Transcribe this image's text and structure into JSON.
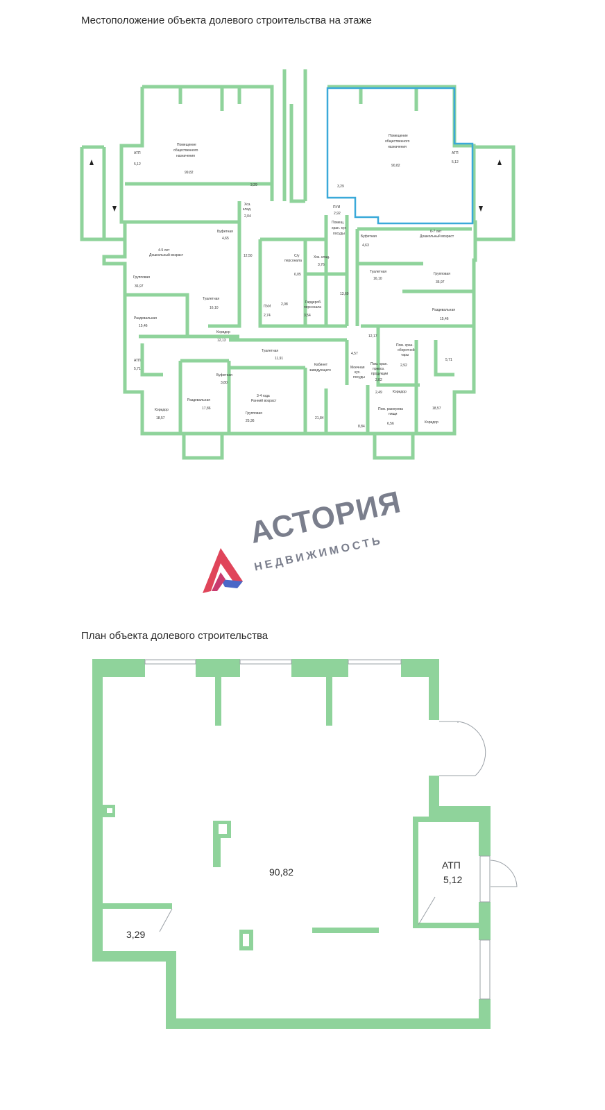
{
  "headings": {
    "location": "Местоположение объекта долевого строительства на этаже",
    "plan": "План объекта долевого строительства"
  },
  "logo": {
    "name": "АСТОРИЯ",
    "tagline": "НЕДВИЖИМОСТЬ",
    "icon": "astoria-logo-icon",
    "colors": {
      "primary": "#7a7e8c",
      "accent_red": "#e0455a",
      "accent_blue": "#4a67c7"
    }
  },
  "colors": {
    "wall": "#8fd39b",
    "highlight": "#3aa9d9"
  },
  "floor_plan_labels": [
    {
      "id": "atp-l-t",
      "text": "АТП"
    },
    {
      "id": "atp-l-v",
      "text": "5,12"
    },
    {
      "id": "pom-l-1",
      "text": "Помещение"
    },
    {
      "id": "pom-l-2",
      "text": "общественного"
    },
    {
      "id": "pom-l-3",
      "text": "назначения"
    },
    {
      "id": "pom-l-v",
      "text": "99,82"
    },
    {
      "id": "r329-l",
      "text": "3,29"
    },
    {
      "id": "pom-r-1",
      "text": "Помещение"
    },
    {
      "id": "pom-r-2",
      "text": "общественного"
    },
    {
      "id": "pom-r-3",
      "text": "назначения"
    },
    {
      "id": "pom-r-v",
      "text": "90,82"
    },
    {
      "id": "atp-r-t",
      "text": "АТП"
    },
    {
      "id": "atp-r-v",
      "text": "5,12"
    },
    {
      "id": "r329-r",
      "text": "3,29"
    },
    {
      "id": "hoz1-t",
      "text": "Хоз."
    },
    {
      "id": "hoz1-t2",
      "text": "клад."
    },
    {
      "id": "hoz1-v",
      "text": "2,04"
    },
    {
      "id": "pui1-t",
      "text": "ПУИ"
    },
    {
      "id": "pui1-v",
      "text": "2,92"
    },
    {
      "id": "buf-l-t",
      "text": "Буфетная"
    },
    {
      "id": "buf-l-v",
      "text": "4,65"
    },
    {
      "id": "pom-xr-1",
      "text": "Помещ."
    },
    {
      "id": "pom-xr-2",
      "text": "хран. кух"
    },
    {
      "id": "pom-xr-3",
      "text": "посуды"
    },
    {
      "id": "age-r-t",
      "text": "6-7 лет"
    },
    {
      "id": "age-r-2",
      "text": "Дошкольный возраст"
    },
    {
      "id": "buf-r-t",
      "text": "Буфетная"
    },
    {
      "id": "buf-r-v",
      "text": "4,63"
    },
    {
      "id": "age-l-t",
      "text": "4-5 лет"
    },
    {
      "id": "age-l-2",
      "text": "Дошкольный возраст"
    },
    {
      "id": "r1250",
      "text": "12,50"
    },
    {
      "id": "su-t",
      "text": "С/у"
    },
    {
      "id": "su-t2",
      "text": "персонала"
    },
    {
      "id": "su-v",
      "text": "6,05"
    },
    {
      "id": "hoz2-t",
      "text": "Хоз. клад."
    },
    {
      "id": "hoz2-v",
      "text": "3,76"
    },
    {
      "id": "tual-rt",
      "text": "Туалетная"
    },
    {
      "id": "tual-rv",
      "text": "16,10"
    },
    {
      "id": "grp-r-t",
      "text": "Групповая"
    },
    {
      "id": "grp-r-v",
      "text": "36,97"
    },
    {
      "id": "grp-l-t",
      "text": "Групповая"
    },
    {
      "id": "grp-l-v",
      "text": "36,97"
    },
    {
      "id": "tual-lt",
      "text": "Туалетная"
    },
    {
      "id": "tual-lv",
      "text": "16,10"
    },
    {
      "id": "r1369",
      "text": "13,69"
    },
    {
      "id": "pui2-t",
      "text": "ПУИ"
    },
    {
      "id": "pui2-v",
      "text": "2,74"
    },
    {
      "id": "r208",
      "text": "2,08"
    },
    {
      "id": "gard-t",
      "text": "Гардероб."
    },
    {
      "id": "gard-t2",
      "text": "персонала"
    },
    {
      "id": "gard-v",
      "text": "3,54"
    },
    {
      "id": "razd-l-t",
      "text": "Раздевальная"
    },
    {
      "id": "razd-l-v",
      "text": "15,46"
    },
    {
      "id": "razd-r-t",
      "text": "Раздевальная"
    },
    {
      "id": "razd-r-v",
      "text": "15,46"
    },
    {
      "id": "kor-c-t",
      "text": "Коридор"
    },
    {
      "id": "kor-c-v",
      "text": "12,13"
    },
    {
      "id": "r1217",
      "text": "12,17"
    },
    {
      "id": "tual-ct",
      "text": "Туалетная"
    },
    {
      "id": "tual-cv",
      "text": "11,91"
    },
    {
      "id": "r457",
      "text": "4,57"
    },
    {
      "id": "pob-1",
      "text": "Пом. хран."
    },
    {
      "id": "pob-2",
      "text": "оборотной"
    },
    {
      "id": "pob-3",
      "text": "тары"
    },
    {
      "id": "atp-l2-t",
      "text": "АТП"
    },
    {
      "id": "atp-l2-v",
      "text": "5,71"
    },
    {
      "id": "r571",
      "text": "5,71"
    },
    {
      "id": "kab-1",
      "text": "Кабинет"
    },
    {
      "id": "kab-2",
      "text": "заведующего"
    },
    {
      "id": "moy-1",
      "text": "Моечная"
    },
    {
      "id": "moy-2",
      "text": "кух."
    },
    {
      "id": "moy-3",
      "text": "посуды"
    },
    {
      "id": "pp-1",
      "text": "Пом. хран."
    },
    {
      "id": "pp-2",
      "text": "привоз."
    },
    {
      "id": "pp-3",
      "text": "продукции"
    },
    {
      "id": "pp-v",
      "text": "2,82"
    },
    {
      "id": "r292",
      "text": "2,92"
    },
    {
      "id": "buf-c-t",
      "text": "Буфетная"
    },
    {
      "id": "buf-c-v",
      "text": "3,80"
    },
    {
      "id": "razd-c-t",
      "text": "Раздевальная"
    },
    {
      "id": "razd-c-v",
      "text": "17,86"
    },
    {
      "id": "age-c-1",
      "text": "3-4 года"
    },
    {
      "id": "age-c-2",
      "text": "Ранний возраст"
    },
    {
      "id": "grp-c-t",
      "text": "Групповая"
    },
    {
      "id": "grp-c-v",
      "text": "25,36"
    },
    {
      "id": "r249",
      "text": "2,49"
    },
    {
      "id": "kor-s",
      "text": "Коридор"
    },
    {
      "id": "kor-l-t",
      "text": "Коридор"
    },
    {
      "id": "kor-l-v",
      "text": "18,57"
    },
    {
      "id": "r2184",
      "text": "21,84"
    },
    {
      "id": "r884",
      "text": "8,84"
    },
    {
      "id": "pr-1",
      "text": "Пом. разогрева"
    },
    {
      "id": "pr-2",
      "text": "пищи"
    },
    {
      "id": "pr-v",
      "text": "6,56"
    },
    {
      "id": "kor-r-v",
      "text": "18,57"
    },
    {
      "id": "kor-r-t",
      "text": "Коридор"
    }
  ],
  "unit_plan": {
    "main_area": "90,82",
    "atp_title": "АТП",
    "atp_area": "5,12",
    "small_room_area": "3,29"
  }
}
